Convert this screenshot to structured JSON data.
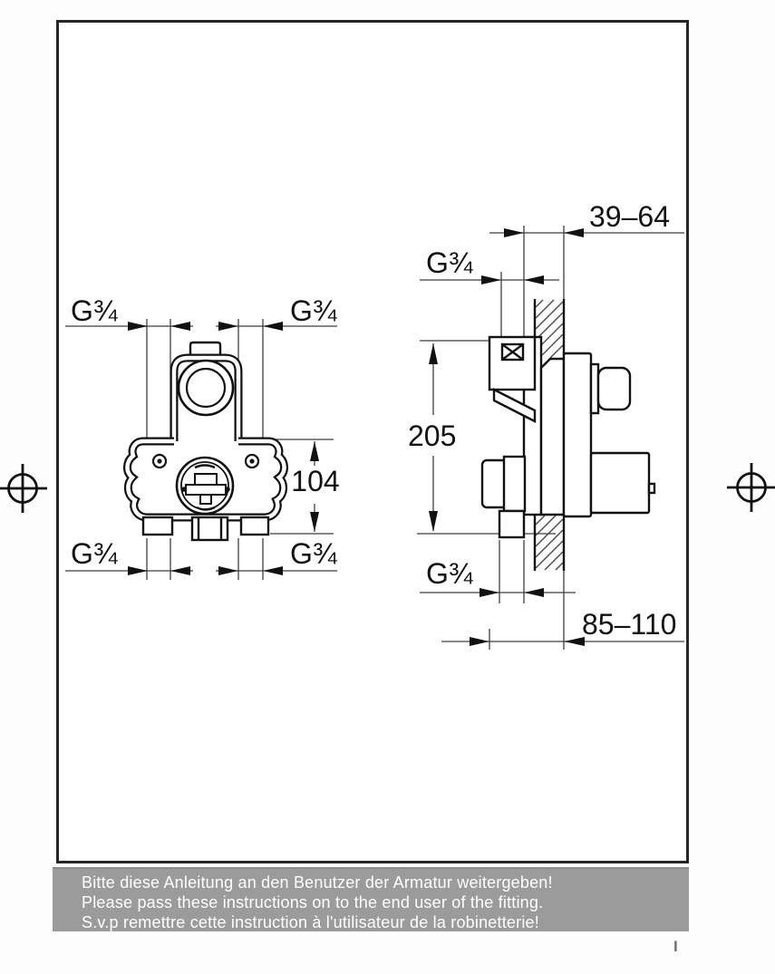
{
  "diagram": {
    "front_view": {
      "labels": {
        "top_left_port": "G¾",
        "top_right_port": "G¾",
        "bottom_left_port": "G¾",
        "bottom_right_port": "G¾",
        "port_spacing": "104"
      }
    },
    "side_view": {
      "labels": {
        "wall_depth_range": "39–64",
        "top_port": "G¾",
        "mounting_height": "205",
        "bottom_port": "G¾",
        "installation_depth_range": "85–110"
      }
    }
  },
  "banner": {
    "line_de": "Bitte diese Anleitung an den Benutzer der Armatur weitergeben!",
    "line_en": "Please pass these instructions on to the end user of the fitting.",
    "line_fr": "S.v.p remettre cette instruction à l'utilisateur de la robinetterie!"
  },
  "footer": {
    "page_marker": "I"
  },
  "colors": {
    "drawing_line": "#111111",
    "dimension_line": "#3f3f3f",
    "banner_background": "#9b9b9b",
    "banner_text": "#ffffff"
  }
}
